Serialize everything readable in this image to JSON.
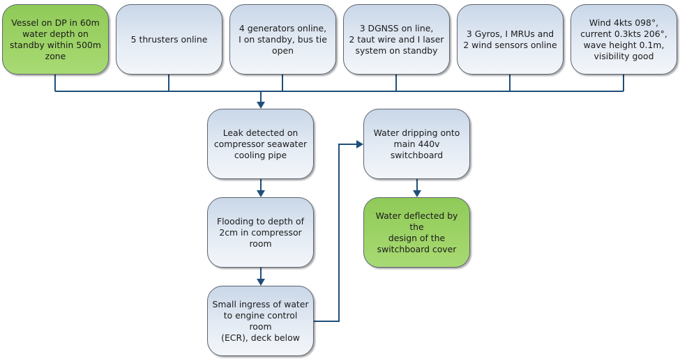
{
  "top_row": [
    {
      "id": "vessel",
      "text": "Vessel on DP in 60m\nwater depth on\nstandby within 500m\nzone",
      "color": "green"
    },
    {
      "id": "thrusters",
      "text": "5 thrusters online",
      "color": "blue"
    },
    {
      "id": "generators",
      "text": "4 generators online,\nI on standby, bus tie\nopen",
      "color": "blue"
    },
    {
      "id": "dgnss",
      "text": "3 DGNSS on line,\n2 taut wire and I laser\nsystem on standby",
      "color": "blue"
    },
    {
      "id": "gyros",
      "text": "3 Gyros, I MRUs and\n2 wind sensors online",
      "color": "blue"
    },
    {
      "id": "weather",
      "text": "Wind 4kts 098°,\ncurrent 0.3kts 206°,\nwave height 0.1m,\nvisibility good",
      "color": "blue"
    }
  ],
  "left_chain": [
    {
      "id": "leak",
      "text": "Leak detected on\ncompressor seawater\ncooling pipe",
      "color": "blue"
    },
    {
      "id": "flooding",
      "text": "Flooding to depth of\n2cm in compressor\nroom",
      "color": "blue"
    },
    {
      "id": "ingress",
      "text": "Small ingress of water\nto engine control room\n(ECR), deck below",
      "color": "blue"
    }
  ],
  "right_chain": [
    {
      "id": "dripping",
      "text": "Water dripping onto\nmain 440v switchboard",
      "color": "blue"
    },
    {
      "id": "deflected",
      "text": "Water deflected by the\ndesign of the\nswitchboard cover",
      "color": "green"
    }
  ],
  "colors": {
    "connector": "#1f4e79",
    "green": "#9bd264",
    "blue": "#dbe5f1",
    "border": "#5c6470"
  }
}
